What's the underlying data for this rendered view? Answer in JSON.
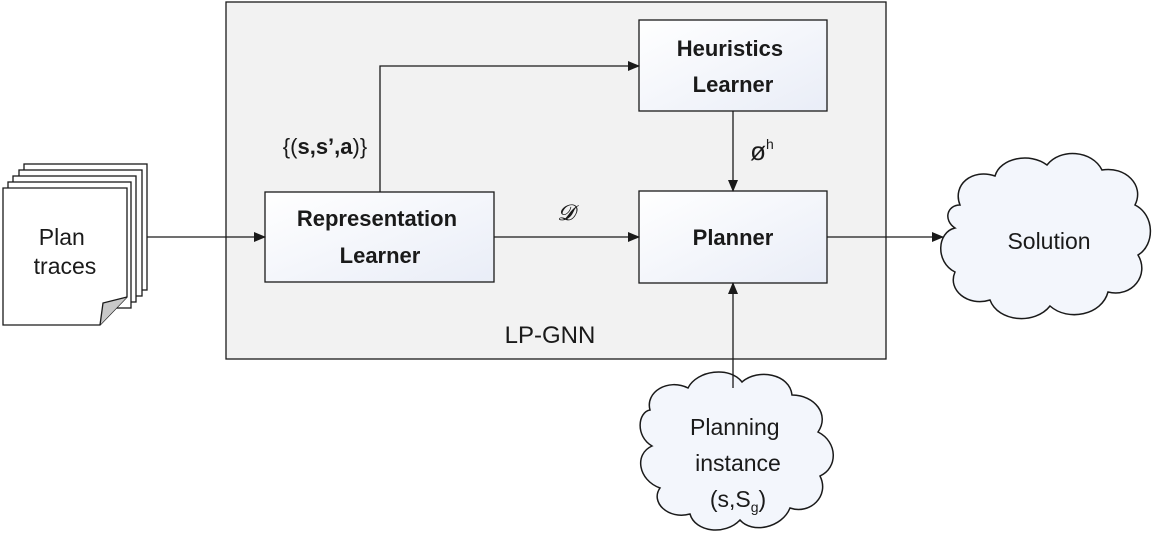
{
  "diagram": {
    "container_label": "LP-GNN",
    "input_label": [
      "Plan",
      "traces"
    ],
    "representation_learner": [
      "Representation",
      "Learner"
    ],
    "heuristics_learner": [
      "Heuristics",
      "Learner"
    ],
    "planner": "Planner",
    "solution": "Solution",
    "planning_instance": [
      "Planning",
      "instance"
    ],
    "planning_instance_tuple": {
      "open": "(s,S",
      "sub": "g",
      "close": ")"
    },
    "edge_transitions": {
      "open": "{(",
      "content": "s,s’,a",
      "close": ")}"
    },
    "edge_dataset": "𝓓",
    "edge_heuristic": {
      "symbol": "ø",
      "sup": "h"
    }
  },
  "colors": {
    "container_fill": "#f2f2f2",
    "box_fill_top": "#ffffff",
    "box_fill_bottom": "#e9edf7",
    "cloud_fill": "#f3f6fc",
    "stroke": "#1a1a1a"
  }
}
